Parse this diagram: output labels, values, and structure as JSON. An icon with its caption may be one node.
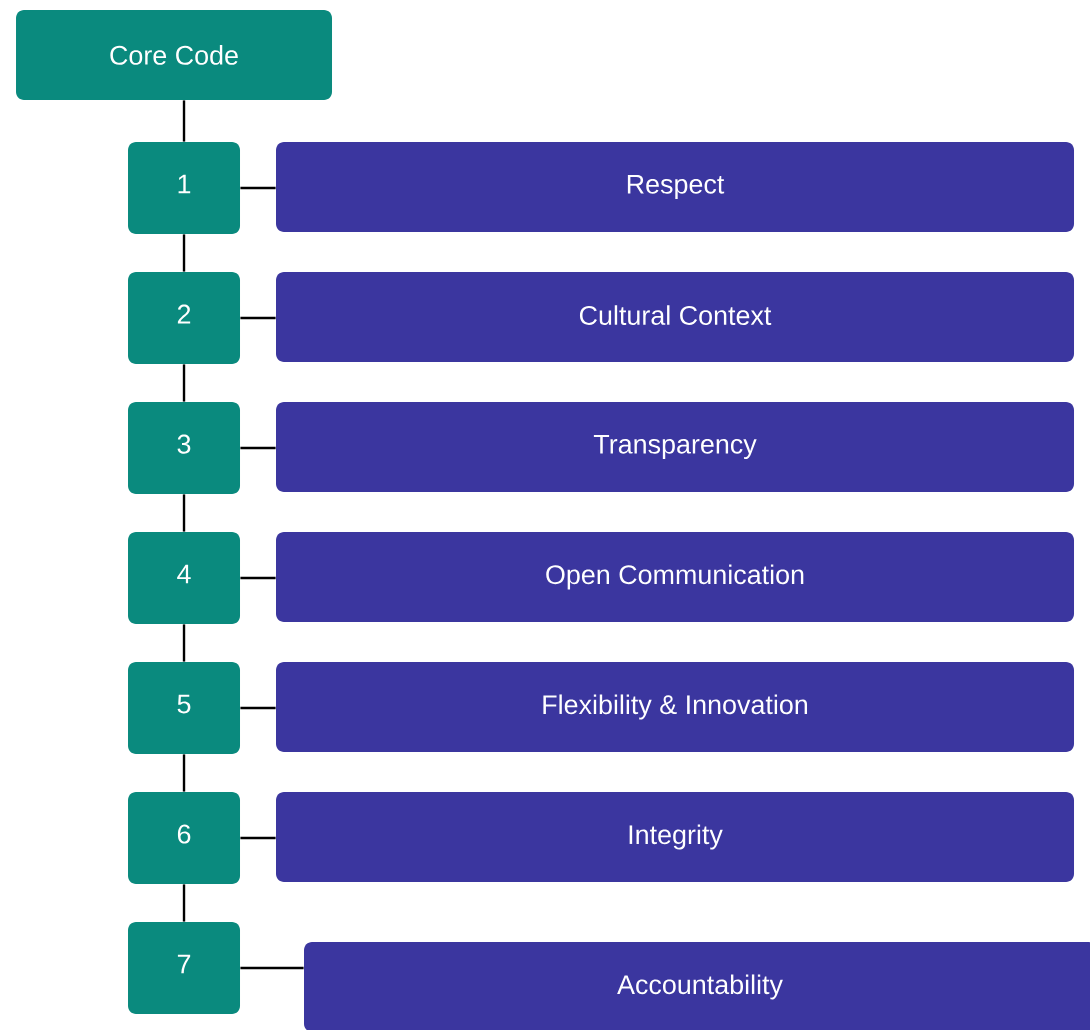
{
  "diagram": {
    "nodes": [
      {
        "text": [
          "Core Code"
        ]
      },
      {
        "text": [
          "1"
        ]
      },
      {
        "text": [
          "Respect"
        ]
      },
      {
        "text": [
          "2"
        ]
      },
      {
        "text": [
          "Cultural Context"
        ]
      },
      {
        "text": [
          "3"
        ]
      },
      {
        "text": [
          "Transparency"
        ]
      },
      {
        "text": [
          "4"
        ]
      },
      {
        "text": [
          "Open Communication"
        ]
      },
      {
        "text": [
          "5"
        ]
      },
      {
        "text": [
          "Flexibility & Innovation"
        ]
      },
      {
        "text": [
          "6"
        ]
      },
      {
        "text": [
          "Integrity"
        ]
      },
      {
        "text": [
          "7"
        ]
      },
      {
        "text": [
          "Accountability"
        ]
      }
    ],
    "edges": [
      {
        "from": 0,
        "to": 1,
        "arrow": "none"
      },
      {
        "from": 1,
        "to": 2,
        "arrow": "none"
      },
      {
        "from": 1,
        "to": 3,
        "arrow": "none"
      },
      {
        "from": 3,
        "to": 4,
        "arrow": "none"
      },
      {
        "from": 3,
        "to": 5,
        "arrow": "none"
      },
      {
        "from": 5,
        "to": 6,
        "arrow": "none"
      },
      {
        "from": 5,
        "to": 7,
        "arrow": "none"
      },
      {
        "from": 7,
        "to": 8,
        "arrow": "none"
      },
      {
        "from": 7,
        "to": 9,
        "arrow": "none"
      },
      {
        "from": 9,
        "to": 10,
        "arrow": "none"
      },
      {
        "from": 9,
        "to": 11,
        "arrow": "none"
      },
      {
        "from": 11,
        "to": 12,
        "arrow": "none"
      },
      {
        "from": 11,
        "to": 13,
        "arrow": "none"
      },
      {
        "from": 13,
        "to": 14,
        "arrow": "none"
      }
    ]
  }
}
